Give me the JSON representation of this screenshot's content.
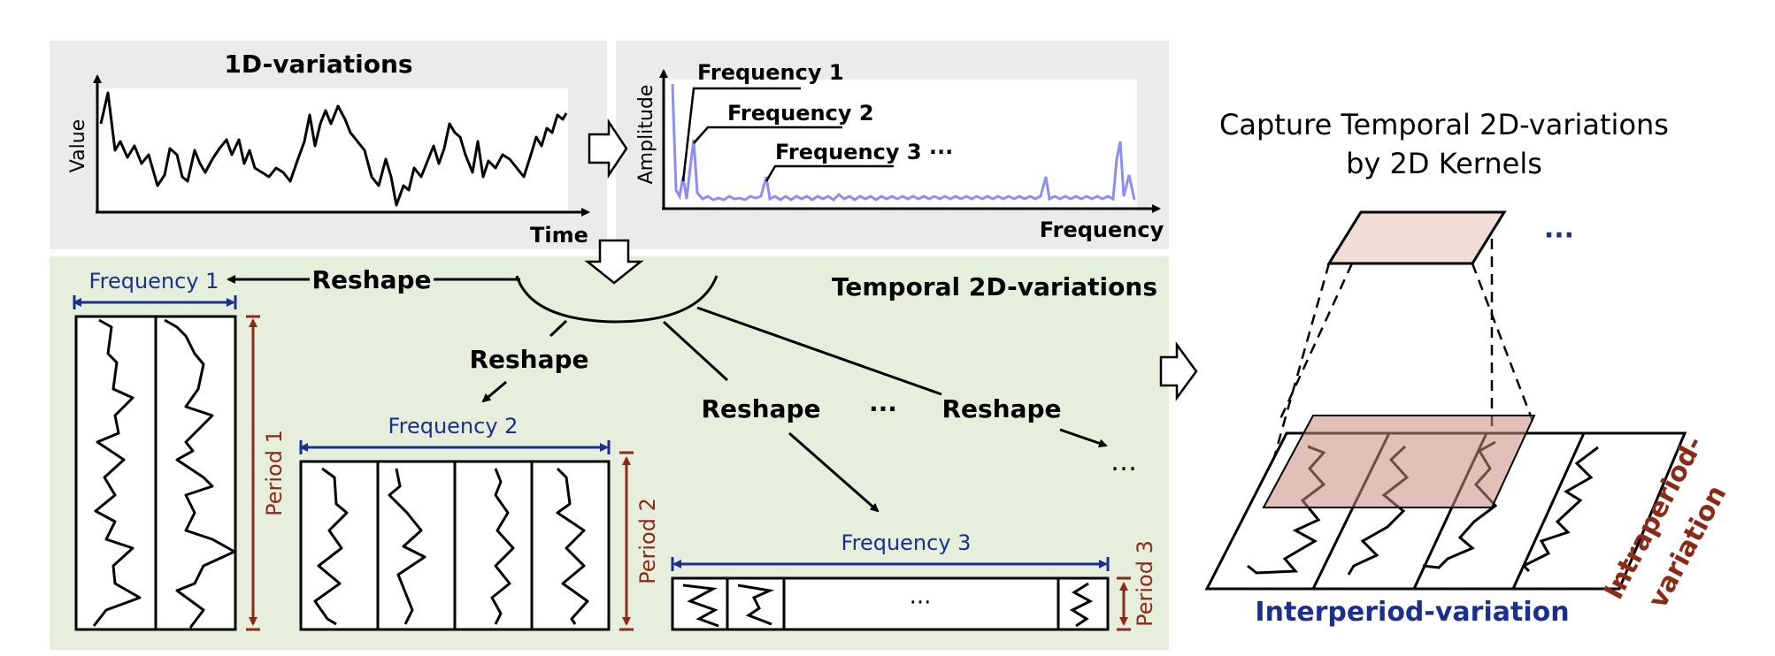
{
  "panel_1d": {
    "title": "1D-variations",
    "ylabel": "Value",
    "xlabel": "Time"
  },
  "panel_fft": {
    "ylabel": "Amplitude",
    "xlabel": "Frequency",
    "labels": [
      "Frequency 1",
      "Frequency 2",
      "Frequency 3 ···"
    ]
  },
  "panel_2d": {
    "title": "Temporal 2D-variations",
    "reshape_label": "Reshape",
    "ellipsis": "···",
    "ellipsis_dots": "…",
    "freq1": "Frequency 1",
    "freq2": "Frequency 2",
    "freq3": "Frequency 3",
    "period1": "Period 1",
    "period2": "Period 2",
    "period3": "Period 3"
  },
  "right": {
    "title_line1": "Capture Temporal 2D-variations",
    "title_line2": "by 2D Kernels",
    "ellipsis": "···",
    "interperiod": "Interperiod-variation",
    "intraperiod_line1": "Intraperiod-",
    "intraperiod_line2": "variation"
  },
  "colors": {
    "gray_panel": "#ebebeb",
    "green_panel": "#e6efdc",
    "blue_text": "#1b2f8f",
    "red_text": "#8b2a17",
    "spectrum": "#8b8ff0",
    "kernel_fill": "#c98c80"
  }
}
